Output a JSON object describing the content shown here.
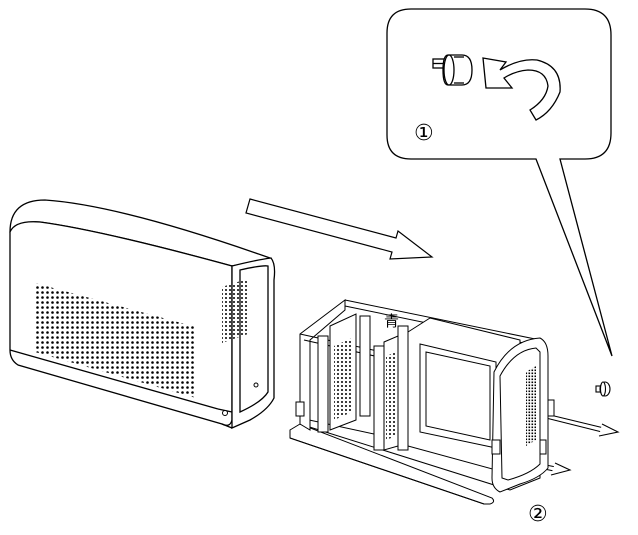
{
  "diagram": {
    "steps": [
      {
        "id": "step-1",
        "label": "①"
      },
      {
        "id": "step-2",
        "label": "②"
      }
    ],
    "watermark_text": "青",
    "stroke_color": "#000000",
    "background_color": "#ffffff"
  }
}
